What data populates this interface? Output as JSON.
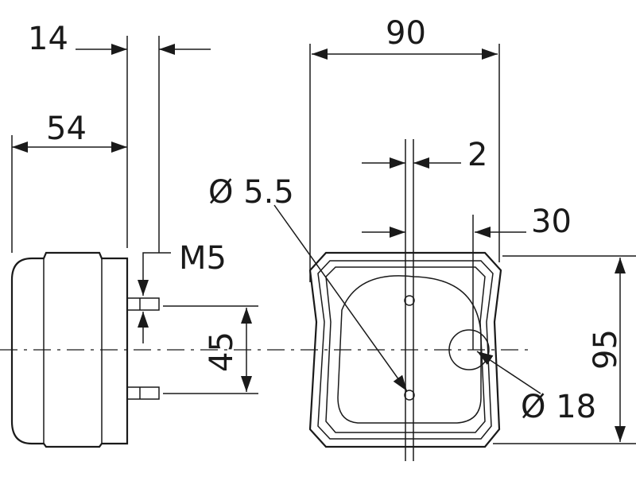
{
  "drawing": {
    "side_view": {
      "dim_pin_length": "14",
      "dim_depth": "54",
      "thread_label": "M5",
      "dim_pin_spacing": "45"
    },
    "front_view": {
      "dim_width": "90",
      "dim_offset": "2",
      "dim_hole_diameter": "Ø 5.5",
      "dim_cable_offset": "30",
      "dim_height": "95",
      "dim_cable_diameter": "Ø 18"
    }
  }
}
